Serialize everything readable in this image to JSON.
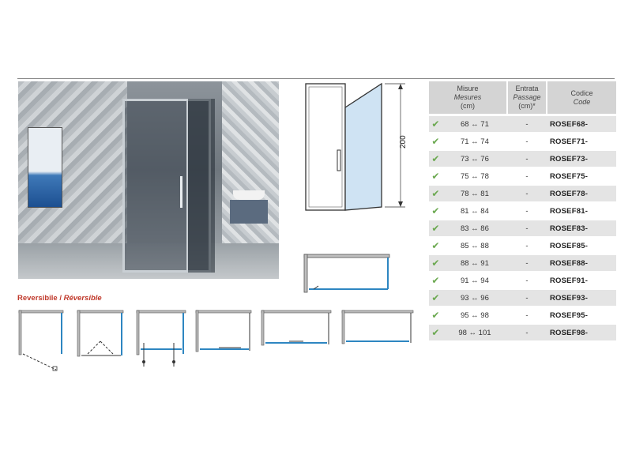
{
  "header": {
    "reversible_it": "Reversibile",
    "reversible_sep": " / ",
    "reversible_fr": "Réversible"
  },
  "drawing": {
    "height_dimension": "200"
  },
  "table": {
    "headers": {
      "misure": {
        "it": "Misure",
        "fr": "Mesures",
        "unit": "(cm)"
      },
      "entrata": {
        "it": "Entrata",
        "fr": "Passage",
        "unit": "(cm)*"
      },
      "codice": {
        "it": "Codice",
        "fr": "Code"
      }
    },
    "rows": [
      {
        "check": "✔",
        "measure": "68 ↔ 71",
        "passage": "-",
        "code": "ROSEF68-"
      },
      {
        "check": "✔",
        "measure": "71 ↔ 74",
        "passage": "-",
        "code": "ROSEF71-"
      },
      {
        "check": "✔",
        "measure": "73 ↔ 76",
        "passage": "-",
        "code": "ROSEF73-"
      },
      {
        "check": "✔",
        "measure": "75 ↔ 78",
        "passage": "-",
        "code": "ROSEF75-"
      },
      {
        "check": "✔",
        "measure": "78 ↔ 81",
        "passage": "-",
        "code": "ROSEF78-"
      },
      {
        "check": "✔",
        "measure": "81 ↔ 84",
        "passage": "-",
        "code": "ROSEF81-"
      },
      {
        "check": "✔",
        "measure": "83 ↔ 86",
        "passage": "-",
        "code": "ROSEF83-"
      },
      {
        "check": "✔",
        "measure": "85 ↔ 88",
        "passage": "-",
        "code": "ROSEF85-"
      },
      {
        "check": "✔",
        "measure": "88 ↔ 91",
        "passage": "-",
        "code": "ROSEF88-"
      },
      {
        "check": "✔",
        "measure": "91 ↔ 94",
        "passage": "-",
        "code": "ROSEF91-"
      },
      {
        "check": "✔",
        "measure": "93 ↔ 96",
        "passage": "-",
        "code": "ROSEF93-"
      },
      {
        "check": "✔",
        "measure": "95 ↔ 98",
        "passage": "-",
        "code": "ROSEF95-"
      },
      {
        "check": "✔",
        "measure": "98 ↔ 101",
        "passage": "-",
        "code": "ROSEF98-"
      }
    ]
  },
  "colors": {
    "check_green": "#6aa84f",
    "reversible_red": "#c0392b",
    "glass_blue": "#2e86c1",
    "header_gray": "#d4d4d4",
    "row_gray": "#e4e4e4"
  }
}
